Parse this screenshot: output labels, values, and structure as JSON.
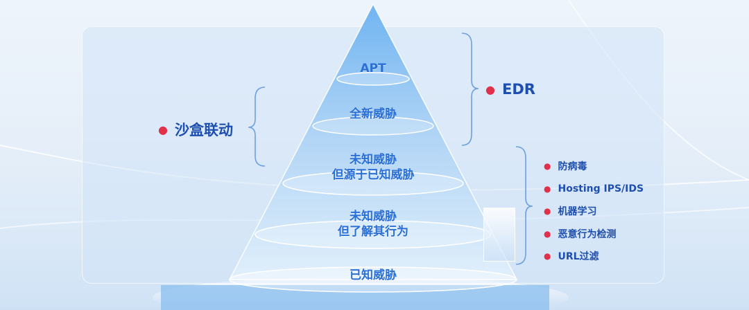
{
  "pyramid": {
    "layers": [
      {
        "lines": [
          "APT"
        ]
      },
      {
        "lines": [
          "全新威胁"
        ]
      },
      {
        "lines": [
          "未知威胁",
          "但源于已知威胁"
        ]
      },
      {
        "lines": [
          "未知威胁",
          "但了解其行为"
        ]
      },
      {
        "lines": [
          "已知威胁"
        ]
      }
    ]
  },
  "groups": {
    "sandbox": {
      "label": "沙盒联动"
    },
    "edr": {
      "label": "EDR"
    },
    "features": [
      "防病毒",
      "Hosting IPS/IDS",
      "机器学习",
      "恶意行为检测",
      "URL过滤"
    ]
  },
  "colors": {
    "accent_dot": "#e0304a",
    "label_blue": "#1d4fb0",
    "pyramid_text": "#2a6fd6"
  }
}
